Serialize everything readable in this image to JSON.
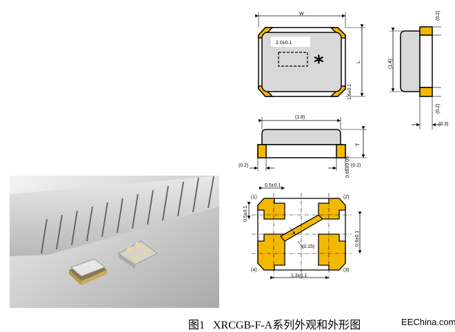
{
  "figure": {
    "caption": "图1   XRCGB-F-A系列外观和外形图",
    "watermark": "EEChina.com"
  },
  "drawing": {
    "top_view": {
      "width_label": "W",
      "length_label": "L",
      "marking_size": "2.0±0.1",
      "height_dim": "1.6±0.1",
      "marking_symbol": "*"
    },
    "side_view": {
      "body_dim": "(1.4)",
      "pad_top_dim": "(0.2)",
      "pad_bottom_dim": "(0.2)",
      "pad_depth_dim": "(0.3)"
    },
    "front_view": {
      "top_dim": "(1.8)",
      "thickness_label": "T",
      "left_pad_dim": "(0.2)",
      "right_pad_dim": "(0.2)",
      "pad_height_dim": "0.65±0.05"
    },
    "bottom_view": {
      "pad_width_dim": "0.5±0.1",
      "pad_height_dim": "0.5±0.1",
      "pitch_h_dim": "1.3±0.1",
      "pitch_v_dim": "0.9±0.1",
      "trace_dim": "(0.15)",
      "pins": [
        "(1)",
        "(2)",
        "(3)",
        "(4)"
      ]
    }
  },
  "colors": {
    "pad": "#f5b800",
    "body": "#d8d8d8",
    "outline": "#000000"
  }
}
